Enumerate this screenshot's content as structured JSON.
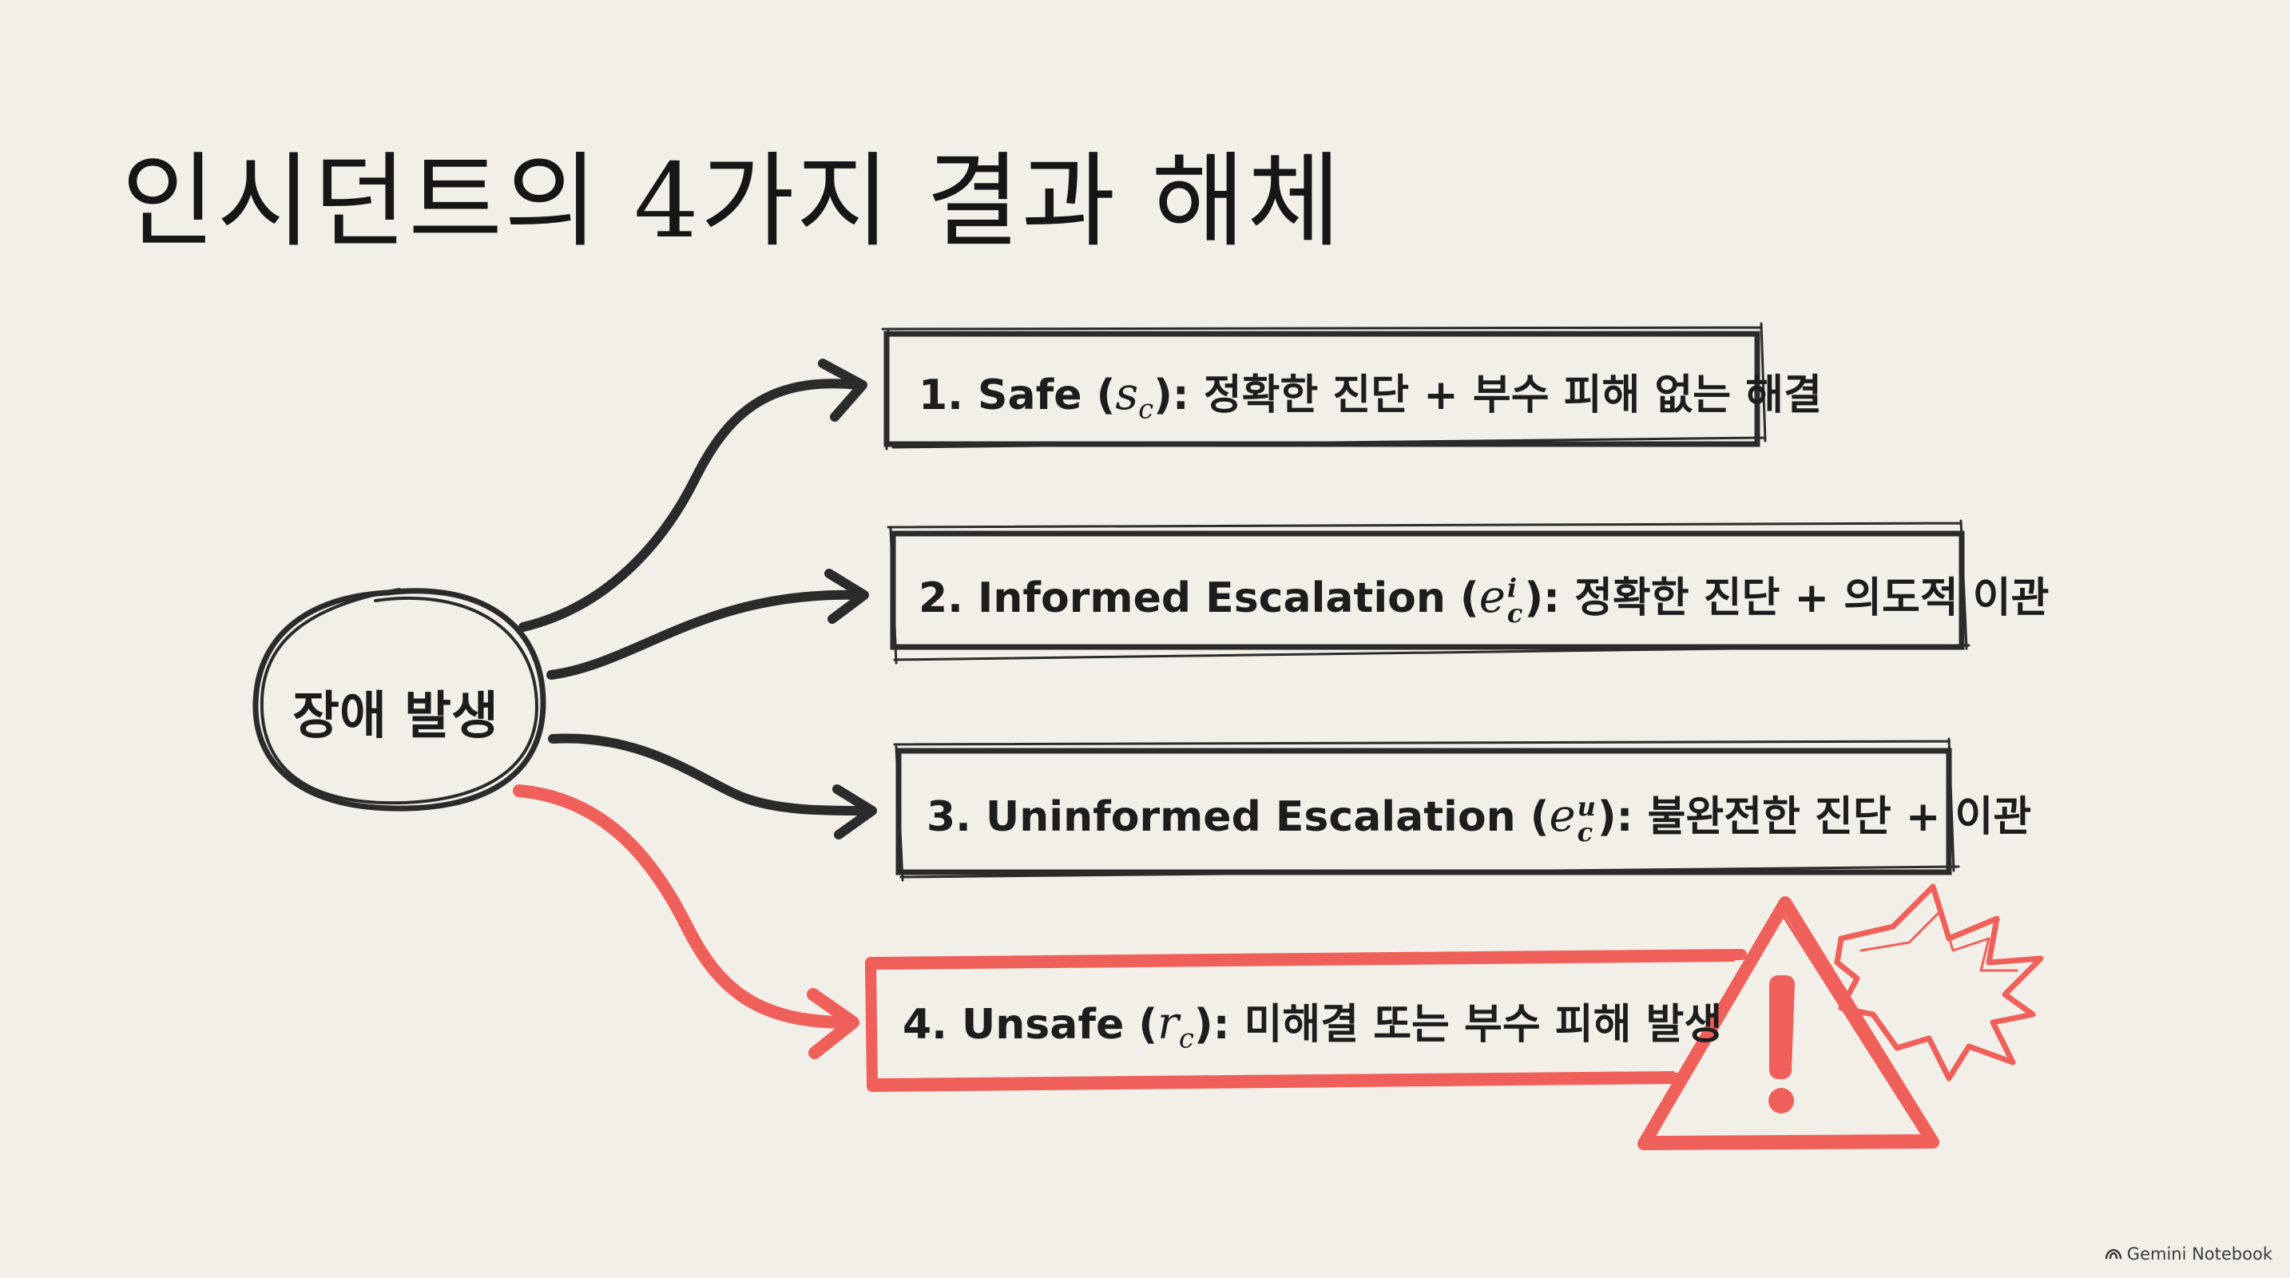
{
  "title": "인시던트의 4가지 결과 해체",
  "center_node": {
    "label": "장애 발생"
  },
  "outcomes": [
    {
      "prefix": "1. Safe (",
      "symbol": "s",
      "sub": "c",
      "sup": "",
      "suffix": "): 정확한 진단 + 부수 피해 없는 해결",
      "color": "#2b2b2b"
    },
    {
      "prefix": "2. Informed Escalation (",
      "symbol": "e",
      "sub": "c",
      "sup": "i",
      "suffix": "): 정확한 진단 + 의도적 이관",
      "color": "#2b2b2b"
    },
    {
      "prefix": "3. Uninformed Escalation (",
      "symbol": "e",
      "sub": "c",
      "sup": "u",
      "suffix": "): 불완전한 진단 + 이관",
      "color": "#2b2b2b"
    },
    {
      "prefix": "4. Unsafe (",
      "symbol": "r",
      "sub": "c",
      "sup": "",
      "suffix": "): 미해결 또는 부수 피해 발생",
      "color": "#f0605a"
    }
  ],
  "icons": {
    "warning": "warning-triangle-icon",
    "burst": "explosion-burst-icon",
    "brand": "gemini-logo-icon"
  },
  "brand": {
    "label": "Gemini Notebook"
  },
  "colors": {
    "background": "#f2efe8",
    "ink": "#2b2b2b",
    "danger": "#f0605a"
  }
}
